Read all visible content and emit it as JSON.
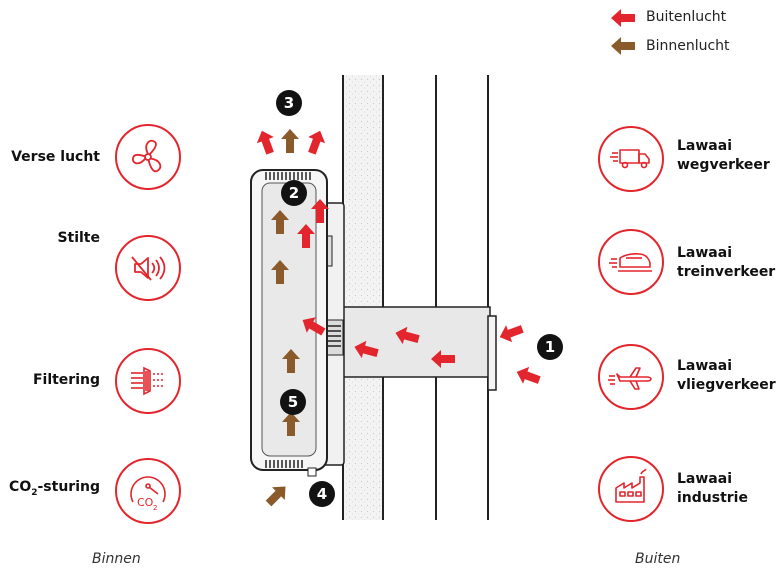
{
  "legend": {
    "outside_air": {
      "label": "Buitenlucht",
      "color": "#e3262d"
    },
    "inside_air": {
      "label": "Binnenlucht",
      "color": "#8b5a2b"
    }
  },
  "left_features": [
    {
      "label": "Verse lucht",
      "icon": "fan-icon"
    },
    {
      "label": "Stilte",
      "icon": "speaker-mute-icon"
    },
    {
      "label": "Filtering",
      "icon": "filter-icon"
    },
    {
      "label_main": "CO",
      "label_sub": "2",
      "label_rest": "-sturing",
      "icon": "co2-gauge-icon"
    }
  ],
  "right_features": [
    {
      "line1": "Lawaai",
      "line2": "wegverkeer",
      "icon": "truck-icon"
    },
    {
      "line1": "Lawaai",
      "line2": "treinverkeer",
      "icon": "train-icon"
    },
    {
      "line1": "Lawaai",
      "line2": "vliegverkeer",
      "icon": "airplane-icon"
    },
    {
      "line1": "Lawaai",
      "line2": "industrie",
      "icon": "factory-icon"
    }
  ],
  "steps": [
    "1",
    "2",
    "3",
    "4",
    "5"
  ],
  "captions": {
    "inside": "Binnen",
    "outside": "Buiten"
  },
  "colors": {
    "accent": "#e3262d",
    "brown": "#8b5a2b",
    "badge": "#121212"
  }
}
